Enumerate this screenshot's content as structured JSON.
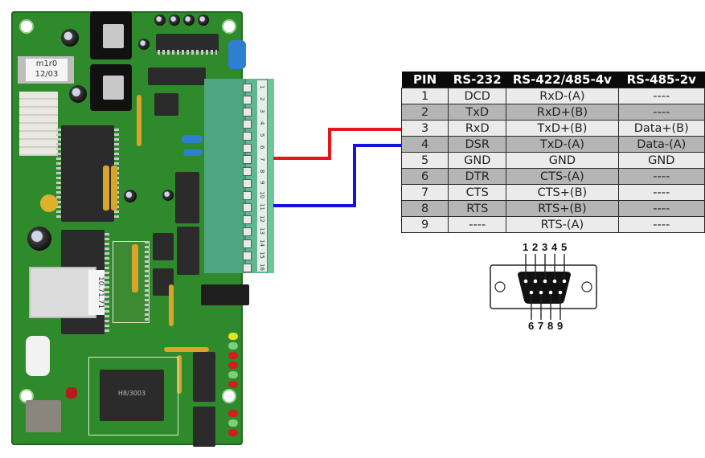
{
  "pcb": {
    "sticker_top_line": "m1r0",
    "sticker_bottom_line": "12/03",
    "side_sticker": "10.71.71",
    "mcu_marking": "H8/3003",
    "terminal_numbers": [
      "1",
      "2",
      "3",
      "4",
      "5",
      "6",
      "7",
      "8",
      "9",
      "10",
      "11",
      "12",
      "13",
      "14",
      "15",
      "16"
    ]
  },
  "wires": [
    {
      "color": "#e8141b",
      "from_terminal": "7",
      "to_pin": "3"
    },
    {
      "color": "#1414d8",
      "from_terminal": "11",
      "to_pin": "4"
    }
  ],
  "table": {
    "headers": [
      "PIN",
      "RS-232",
      "RS-422/485-4v",
      "RS-485-2v"
    ],
    "rows": [
      [
        "1",
        "DCD",
        "RxD-(A)",
        "----"
      ],
      [
        "2",
        "TxD",
        "RxD+(B)",
        "----"
      ],
      [
        "3",
        "RxD",
        "TxD+(B)",
        "Data+(B)"
      ],
      [
        "4",
        "DSR",
        "TxD-(A)",
        "Data-(A)"
      ],
      [
        "5",
        "GND",
        "GND",
        "GND"
      ],
      [
        "6",
        "DTR",
        "CTS-(A)",
        "----"
      ],
      [
        "7",
        "CTS",
        "CTS+(B)",
        "----"
      ],
      [
        "8",
        "RTS",
        "RTS+(B)",
        "----"
      ],
      [
        "9",
        "----",
        "RTS-(A)",
        "----"
      ]
    ]
  },
  "db9": {
    "top_pins": [
      "1",
      "2",
      "3",
      "4",
      "5"
    ],
    "bottom_pins": [
      "6",
      "7",
      "8",
      "9"
    ]
  }
}
